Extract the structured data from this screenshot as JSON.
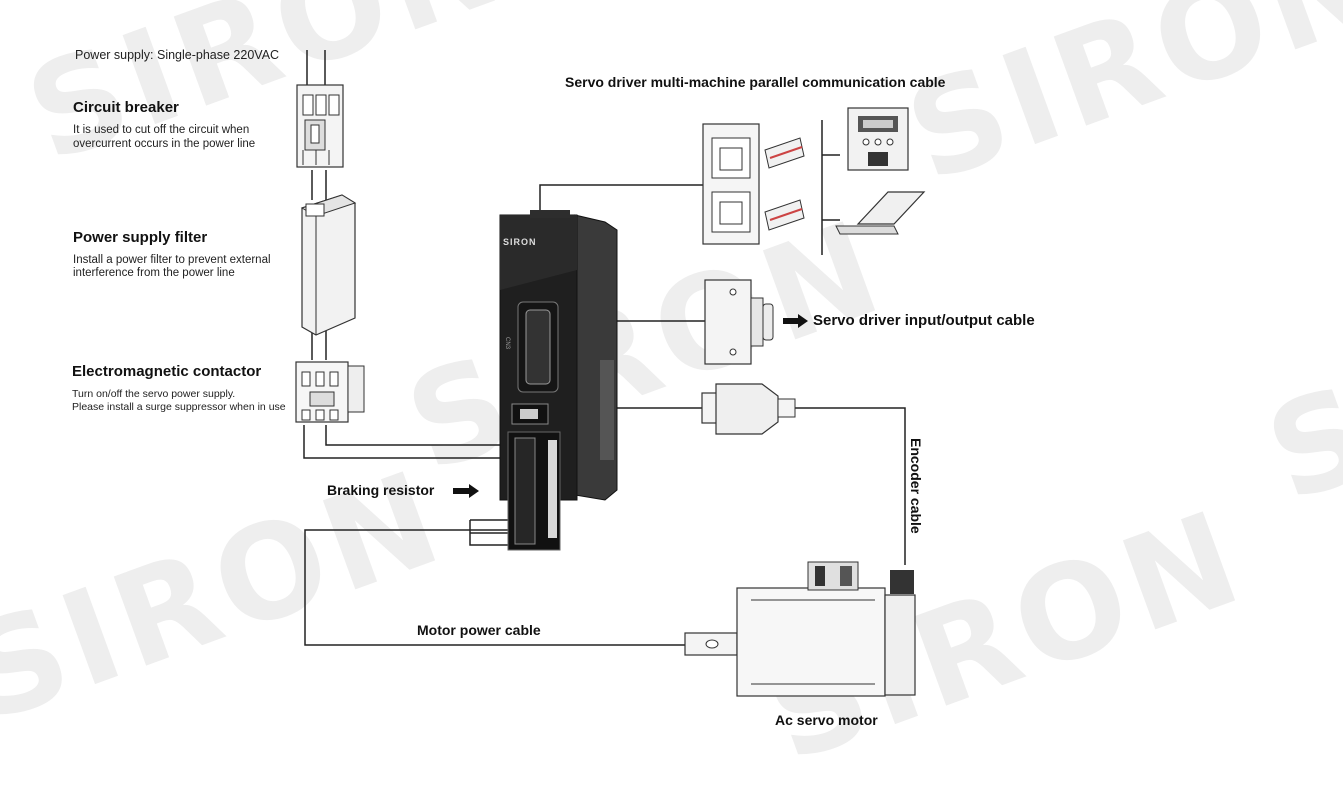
{
  "watermark": "SIRON",
  "power_supply": {
    "label": "Power supply: Single-phase 220VAC"
  },
  "circuit_breaker": {
    "title": "Circuit breaker",
    "desc_line1": "It is used to cut off the circuit when",
    "desc_line2": "overcurrent occurs in the power line"
  },
  "power_filter": {
    "title": "Power supply filter",
    "desc_line1": "Install a power filter to prevent external",
    "desc_line2": "interference from the power line"
  },
  "contactor": {
    "title": "Electromagnetic contactor",
    "desc_line1": "Turn on/off the servo power supply.",
    "desc_line2": " Please install a surge suppressor when in use"
  },
  "comm_cable": {
    "label": "Servo driver multi-machine parallel communication cable"
  },
  "io_cable": {
    "label": "Servo driver input/output cable"
  },
  "encoder_cable": {
    "label": "Encoder cable"
  },
  "braking_resistor": {
    "label": "Braking resistor"
  },
  "motor_power_cable": {
    "label": "Motor power cable"
  },
  "servo_motor": {
    "label": "Ac servo motor"
  },
  "driver": {
    "brand": "SIRON",
    "port_label": "CN3"
  },
  "colors": {
    "line": "#222222",
    "device_dark": "#1f1f1f",
    "watermark": "#eeeeee"
  }
}
